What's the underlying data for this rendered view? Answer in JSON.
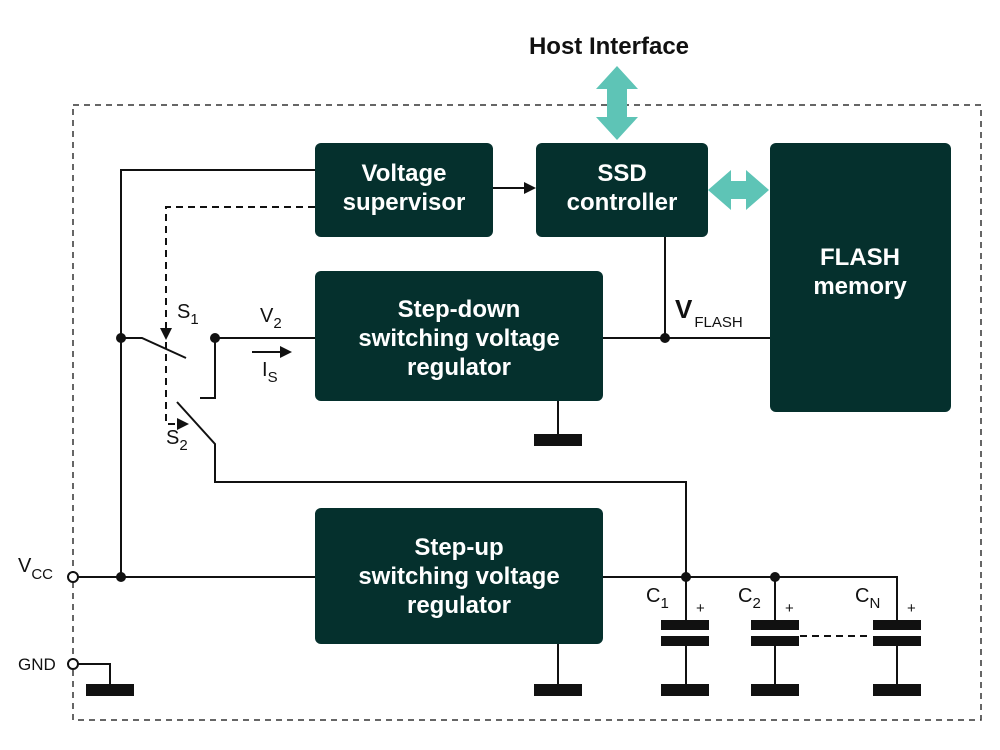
{
  "title": "Host Interface",
  "accent_color": "#5ec4b6",
  "block_color": "#05302d",
  "blocks": {
    "voltage_supervisor": [
      "Voltage",
      "supervisor"
    ],
    "ssd_controller": [
      "SSD",
      "controller"
    ],
    "flash_memory": [
      "FLASH",
      "memory"
    ],
    "step_down": [
      "Step-down",
      "switching voltage",
      "regulator"
    ],
    "step_up": [
      "Step-up",
      "switching voltage",
      "regulator"
    ]
  },
  "labels": {
    "s1": "S",
    "s1_sub": "1",
    "s2": "S",
    "s2_sub": "2",
    "v2": "V",
    "v2_sub": "2",
    "is": "I",
    "is_sub": "S",
    "vflash": "V",
    "vflash_sub": "FLASH",
    "vcc": "V",
    "vcc_sub": "CC",
    "gnd": "GND",
    "c1": "C",
    "c1_sub": "1",
    "c2": "C",
    "c2_sub": "2",
    "cn": "C",
    "cn_sub": "N",
    "plus": "+"
  }
}
